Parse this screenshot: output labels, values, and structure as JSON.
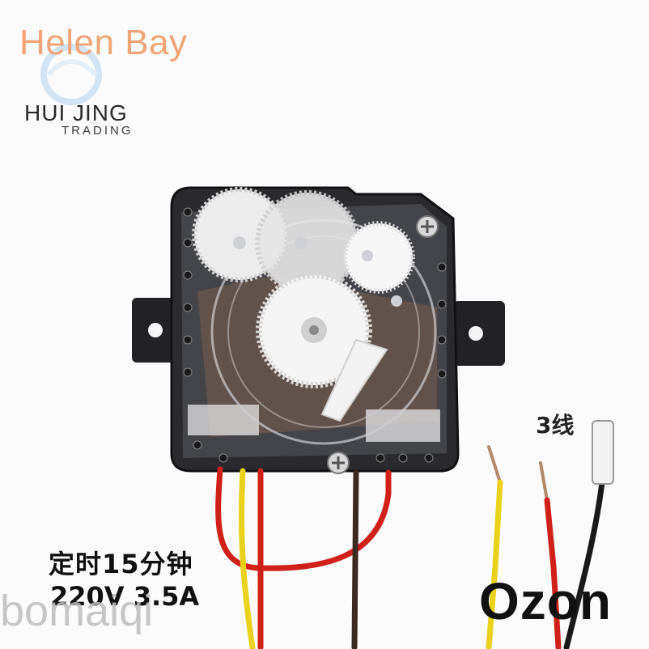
{
  "watermarks": {
    "helen_bay": "Helen Bay",
    "hui_jing": "HUI JING",
    "trading": "TRADING",
    "ozon": "Ozon",
    "bomaiqi": "bomaiqi"
  },
  "product_labels": {
    "timer": "定时15分钟",
    "rating": "220V 3.5A",
    "wire_count": "3线"
  },
  "colors": {
    "housing": "#2b2b2f",
    "gear_white": "#f2f2f2",
    "wire_red": "#d0201a",
    "wire_yellow": "#e8d21a",
    "wire_brown": "#3a2a20",
    "wire_black": "#1a1a1a"
  }
}
